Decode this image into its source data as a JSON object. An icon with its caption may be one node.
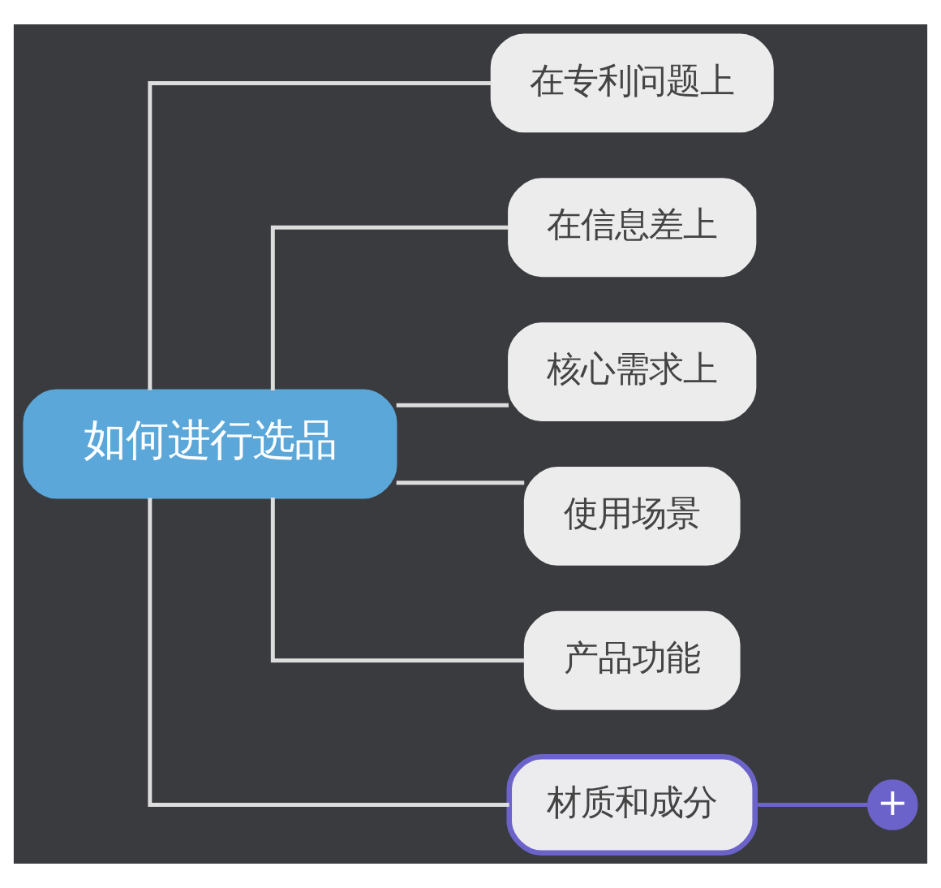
{
  "diagram": {
    "nodes": [
      {
        "text": [
          "如何进行选品"
        ]
      },
      {
        "text": [
          "在专利问题上"
        ]
      },
      {
        "text": [
          "在信息差上"
        ]
      },
      {
        "text": [
          "核心需求上"
        ]
      },
      {
        "text": [
          "使用场景"
        ]
      },
      {
        "text": [
          "产品功能"
        ]
      },
      {
        "text": [
          "材质和成分"
        ]
      },
      {
        "text": [
          "+"
        ]
      }
    ],
    "edges": [
      {
        "from": 0,
        "to": 1,
        "arrow": "none"
      },
      {
        "from": 0,
        "to": 2,
        "arrow": "none"
      },
      {
        "from": 0,
        "to": 3,
        "arrow": "none"
      },
      {
        "from": 0,
        "to": 4,
        "arrow": "none"
      },
      {
        "from": 0,
        "to": 5,
        "arrow": "none"
      },
      {
        "from": 0,
        "to": 6,
        "arrow": "none"
      },
      {
        "from": 6,
        "to": 7,
        "arrow": "none",
        "color": "#6b63c9"
      }
    ]
  }
}
